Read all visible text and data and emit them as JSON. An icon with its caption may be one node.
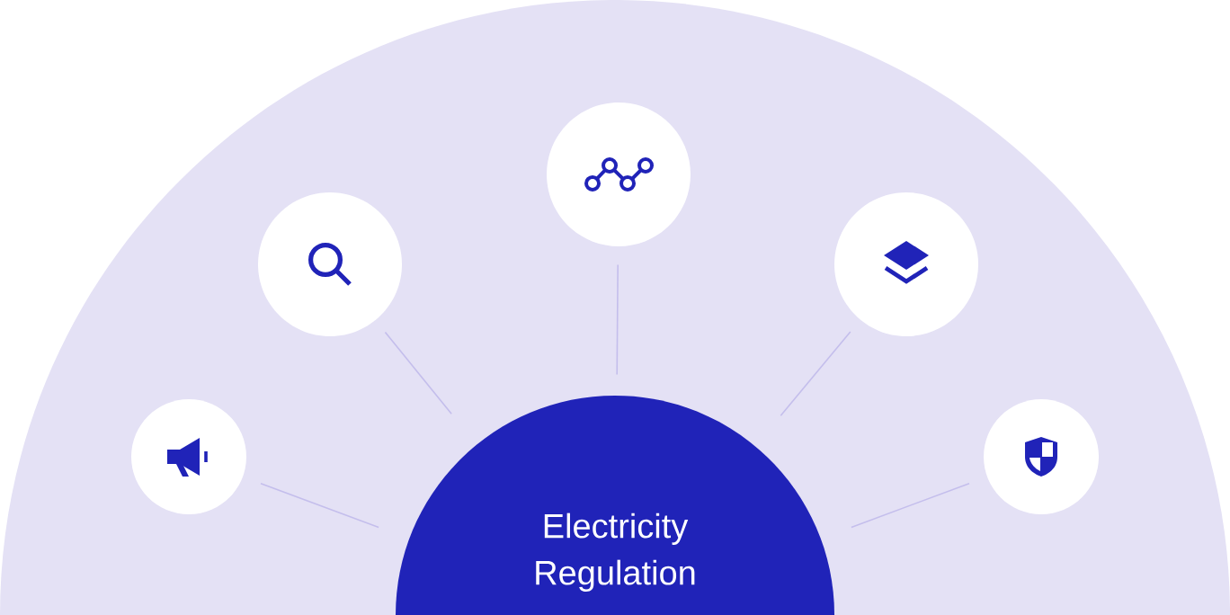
{
  "diagram": {
    "nodes": [
      {
        "text": [
          "Electricity Regulation"
        ]
      },
      {
        "text": [],
        "shape": "circle"
      },
      {
        "text": [],
        "shape": "circle"
      },
      {
        "text": [],
        "shape": "circle"
      },
      {
        "text": [],
        "shape": "circle"
      },
      {
        "text": [],
        "shape": "circle"
      }
    ],
    "edges": [
      {
        "from": 1,
        "to": 0,
        "arrow": "none"
      },
      {
        "from": 2,
        "to": 0,
        "arrow": "none"
      },
      {
        "from": 3,
        "to": 0,
        "arrow": "none"
      },
      {
        "from": 4,
        "to": 0,
        "arrow": "none"
      },
      {
        "from": 5,
        "to": 0,
        "arrow": "none"
      }
    ]
  }
}
